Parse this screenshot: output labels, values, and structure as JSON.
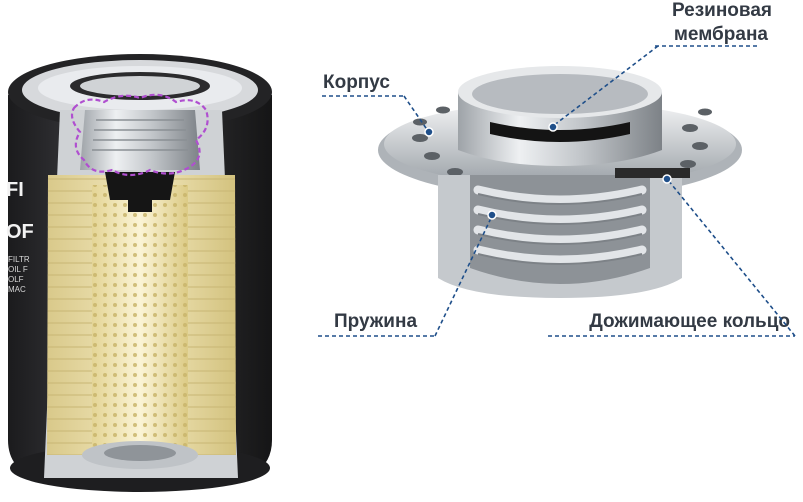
{
  "labels": {
    "membrane_line1": "Резиновая",
    "membrane_line2": "мембрана",
    "housing": "Корпус",
    "spring": "Пружина",
    "clamp_ring": "Дожимающее кольцо"
  },
  "filter_print": {
    "brand": "FI",
    "model": "OF",
    "smallprint": [
      "FILTR",
      "OIL F",
      "OLF",
      "MAC"
    ]
  },
  "colors": {
    "callout_text": "#333a44",
    "leader": "#1f4f8a",
    "filter_body": "#2a2a2c",
    "filter_media": "#e8dca8",
    "cutout_highlight": "#b04fd0"
  },
  "icons": [
    "oil-filter-cutaway",
    "anti-drain-valve-cutaway"
  ]
}
